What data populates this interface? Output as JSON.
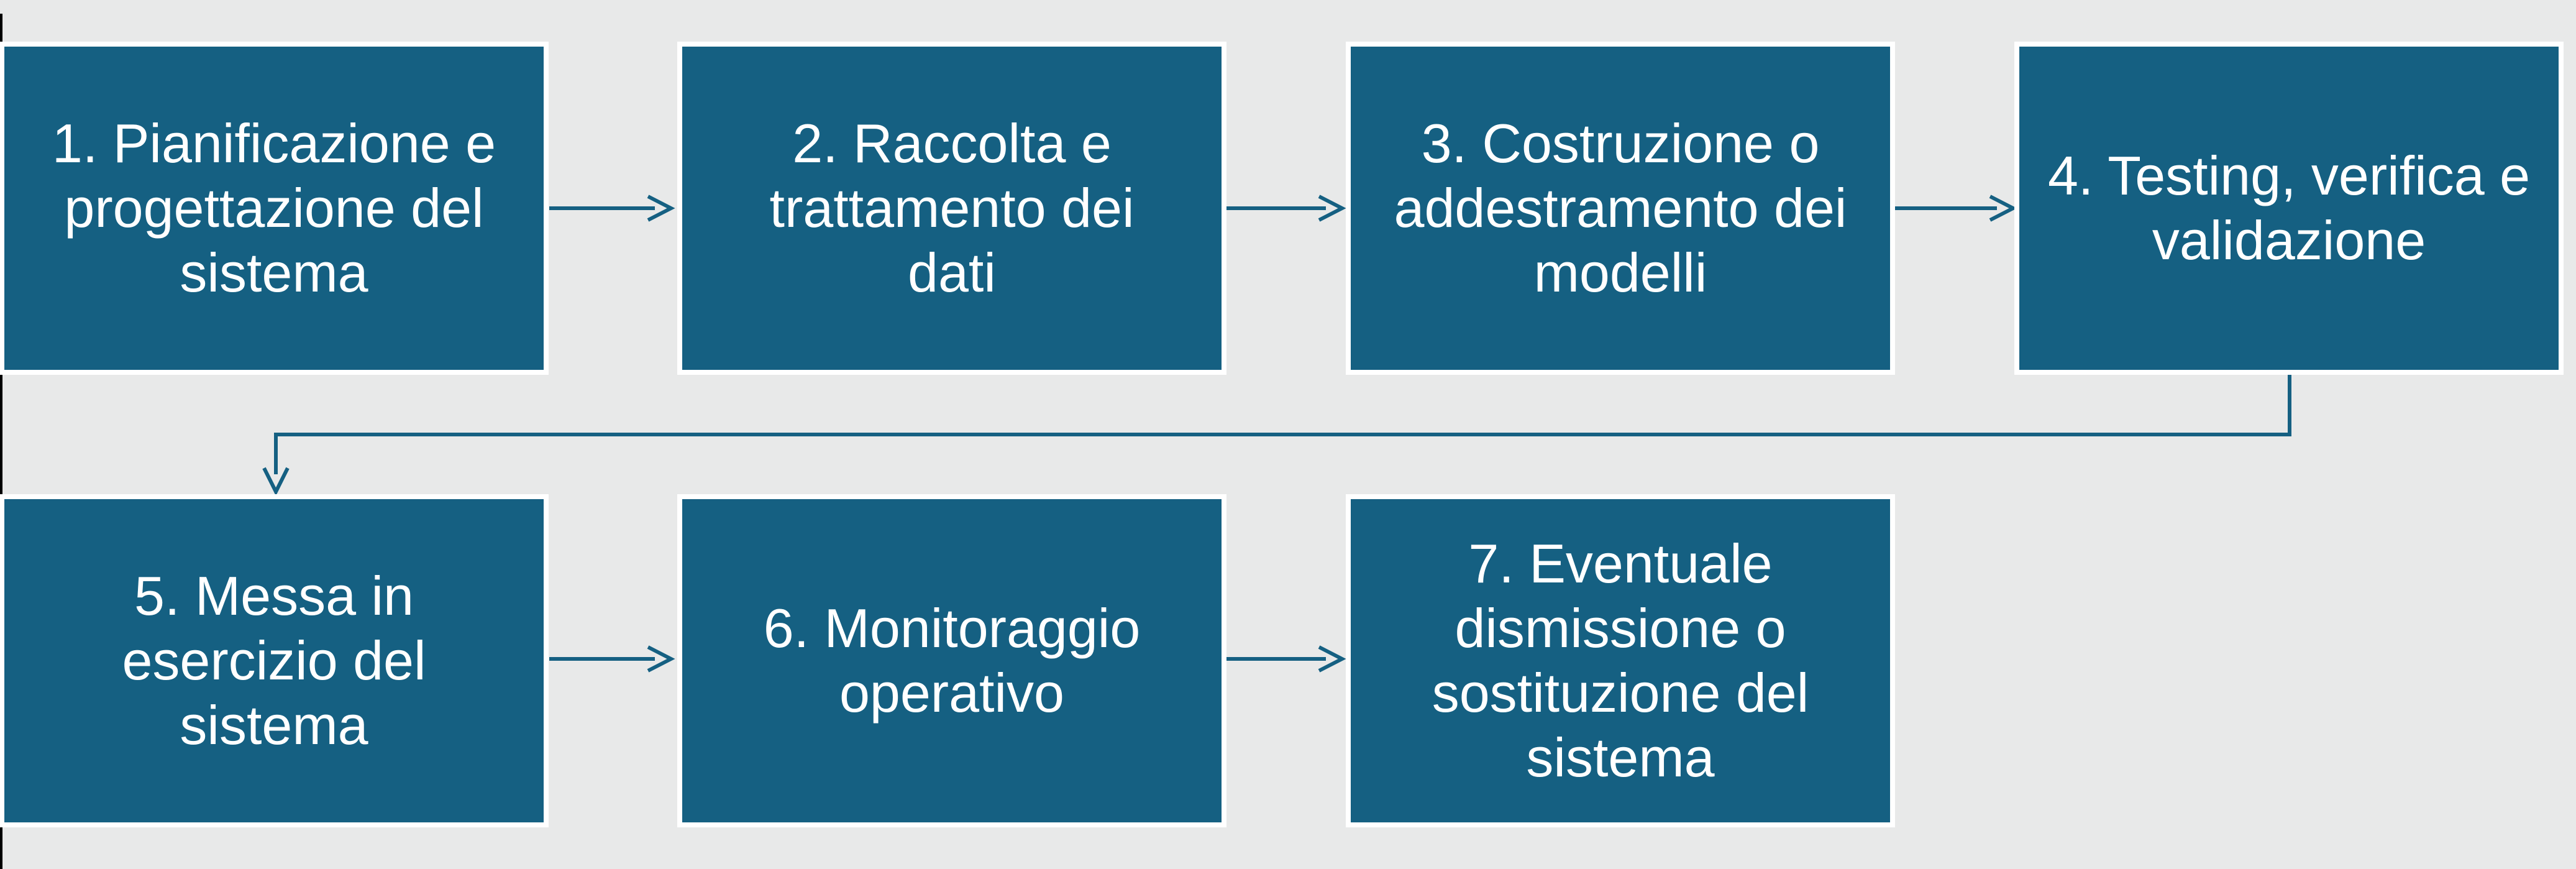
{
  "colors": {
    "accent": "#156082",
    "background": "#E8E9E9",
    "box_fill": "#156082",
    "box_border": "#FFFFFF",
    "text": "#FFFFFF",
    "edge_strip": "#000000"
  },
  "flowchart": {
    "steps": [
      {
        "number": 1,
        "label": "1. Pianificazione e progettazione del sistema",
        "lines": [
          "1. Pianificazione e",
          "progettazione del",
          "sistema"
        ]
      },
      {
        "number": 2,
        "label": "2. Raccolta e trattamento dei dati",
        "lines": [
          "2. Raccolta e",
          "trattamento dei",
          "dati"
        ]
      },
      {
        "number": 3,
        "label": "3. Costruzione o addestramento dei modelli",
        "lines": [
          "3. Costruzione o",
          "addestramento dei",
          "modelli"
        ]
      },
      {
        "number": 4,
        "label": "4. Testing, verifica e validazione",
        "lines": [
          "4. Testing, verifica e",
          "validazione"
        ]
      },
      {
        "number": 5,
        "label": "5. Messa in esercizio del sistema",
        "lines": [
          "5. Messa in",
          "esercizio del",
          "sistema"
        ]
      },
      {
        "number": 6,
        "label": "6. Monitoraggio operativo",
        "lines": [
          "6. Monitoraggio",
          "operativo"
        ]
      },
      {
        "number": 7,
        "label": "7. Eventuale dismissione o sostituzione del sistema",
        "lines": [
          "7. Eventuale",
          "dismissione o",
          "sostituzione del",
          "sistema"
        ]
      }
    ],
    "connections": [
      "step1-to-step2",
      "step2-to-step3",
      "step3-to-step4",
      "step4-to-step5-elbow",
      "step5-to-step6",
      "step6-to-step7"
    ]
  }
}
